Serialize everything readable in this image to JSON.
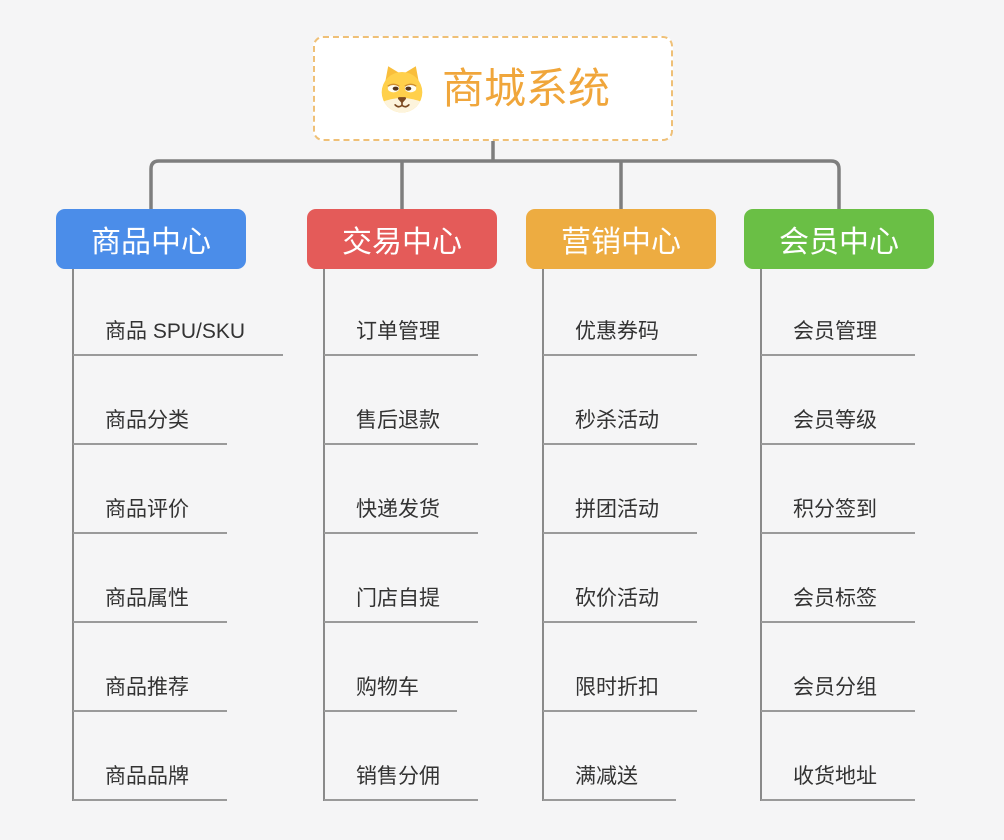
{
  "canvas": {
    "background": "#f5f5f6",
    "connector_color": "#7e7e7e",
    "trunk_color": "#8a8a8a",
    "underline_color": "#9a9a9a",
    "leaf_text_color": "#333333"
  },
  "root": {
    "title": "商城系统",
    "icon": "dog-face-icon",
    "title_color": "#f0a63b",
    "border_color": "#efc077",
    "background": "#ffffff"
  },
  "branches": [
    {
      "id": "product-center",
      "label": "商品中心",
      "color": "#4b8de9",
      "children": [
        "商品 SPU/SKU",
        "商品分类",
        "商品评价",
        "商品属性",
        "商品推荐",
        "商品品牌"
      ]
    },
    {
      "id": "trade-center",
      "label": "交易中心",
      "color": "#e45b59",
      "children": [
        "订单管理",
        "售后退款",
        "快递发货",
        "门店自提",
        "购物车",
        "销售分佣"
      ]
    },
    {
      "id": "marketing-center",
      "label": "营销中心",
      "color": "#edac41",
      "children": [
        "优惠券码",
        "秒杀活动",
        "拼团活动",
        "砍价活动",
        "限时折扣",
        "满减送"
      ]
    },
    {
      "id": "member-center",
      "label": "会员中心",
      "color": "#6abf45",
      "children": [
        "会员管理",
        "会员等级",
        "积分签到",
        "会员标签",
        "会员分组",
        "收货地址"
      ]
    }
  ]
}
